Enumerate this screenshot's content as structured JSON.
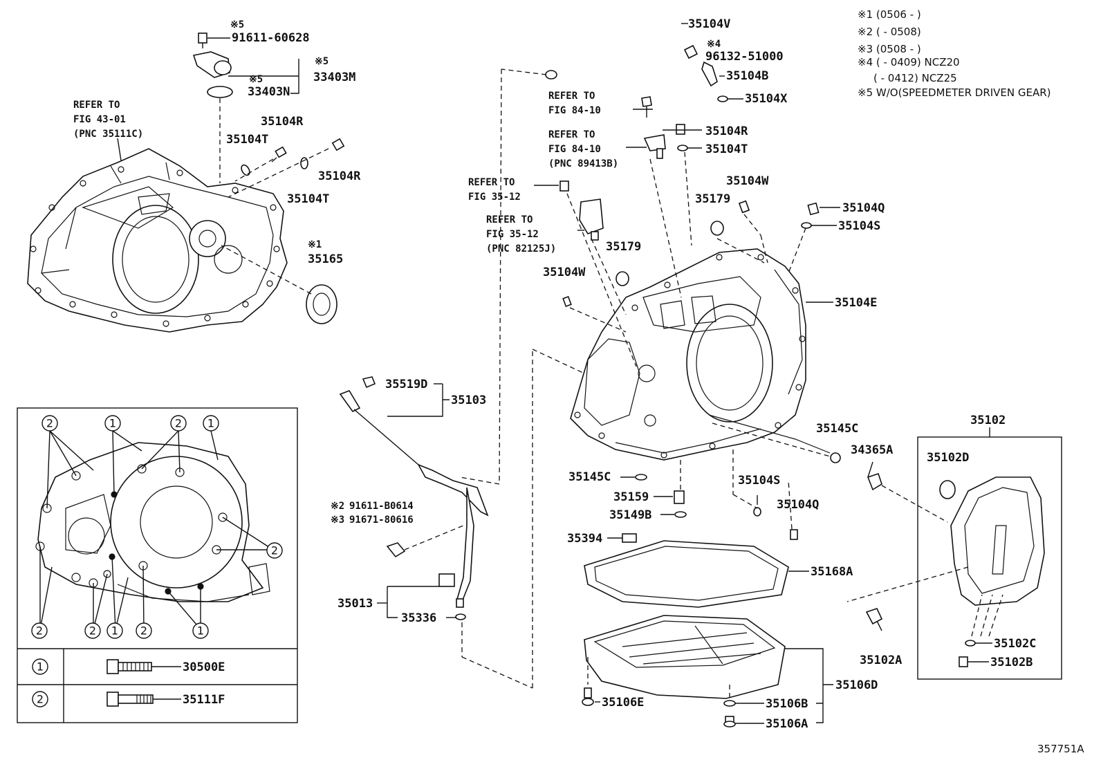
{
  "notes": [
    {
      "mark": "※1",
      "text": "(0506 -      )"
    },
    {
      "mark": "※2",
      "text": "(      - 0508)"
    },
    {
      "mark": "※3",
      "text": "(0508 -      )"
    },
    {
      "mark": "※4",
      "text": "(      - 0409) NCZ20"
    },
    {
      "mark": "",
      "text": "(      - 0412) NCZ25"
    },
    {
      "mark": "※5",
      "text": "W/O(SPEEDMETER DRIVEN GEAR)"
    }
  ],
  "callouts": {
    "p35104V": "35104V",
    "m96132": "※4",
    "p96132": "96132-51000",
    "p35104B": "35104B",
    "p35104X": "35104X",
    "m91611_60628": "※5",
    "p91611_60628": "91611-60628",
    "m33403M": "※5",
    "p33403M": "33403M",
    "m33403N": "※5",
    "p33403N": "33403N",
    "p35104R_a": "35104R",
    "p35104T_a": "35104T",
    "p35104R_b": "35104R",
    "p35104T_b": "35104T",
    "m35165": "※1",
    "p35165": "35165",
    "p35104R_c": "35104R",
    "p35104T_c": "35104T",
    "p35104W_a": "35104W",
    "p35179_a": "35179",
    "p35104Q_a": "35104Q",
    "p35104S_a": "35104S",
    "p35179_b": "35179",
    "p35104W_b": "35104W",
    "p35104E": "35104E",
    "p35519D": "35519D",
    "p35103": "35103",
    "m91611_B0614": "※2",
    "p91611_B0614": "91611-B0614",
    "m91671_80616": "※3",
    "p91671_80616": "91671-80616",
    "p35013": "35013",
    "p35336": "35336",
    "p35145C_a": "35145C",
    "p35145C_b": "35145C",
    "p34365A": "34365A",
    "p35102": "35102",
    "p35102D": "35102D",
    "p35159": "35159",
    "p35149B": "35149B",
    "p35104S_b": "35104S",
    "p35104Q_b": "35104Q",
    "p35394": "35394",
    "p35168A": "35168A",
    "p35106D": "35106D",
    "p35106E": "35106E",
    "p35106B": "35106B",
    "p35106A": "35106A",
    "p35102A": "35102A",
    "p35102C": "35102C",
    "p35102B": "35102B",
    "figure_id": "357751A"
  },
  "refers": {
    "r1": [
      "REFER TO",
      "FIG 43-01",
      "(PNC 35111C)"
    ],
    "r2": [
      "REFER TO",
      "FIG 84-10"
    ],
    "r3": [
      "REFER TO",
      "FIG 84-10",
      "(PNC 89413B)"
    ],
    "r4": [
      "REFER TO",
      "FIG 35-12"
    ],
    "r5": [
      "REFER TO",
      "FIG 35-12",
      "(PNC 82125J)"
    ]
  },
  "inset": {
    "bolt_markers": [
      "1",
      "2"
    ],
    "legend": [
      {
        "marker": "1",
        "part": "30500E"
      },
      {
        "marker": "2",
        "part": "35111F"
      }
    ]
  }
}
